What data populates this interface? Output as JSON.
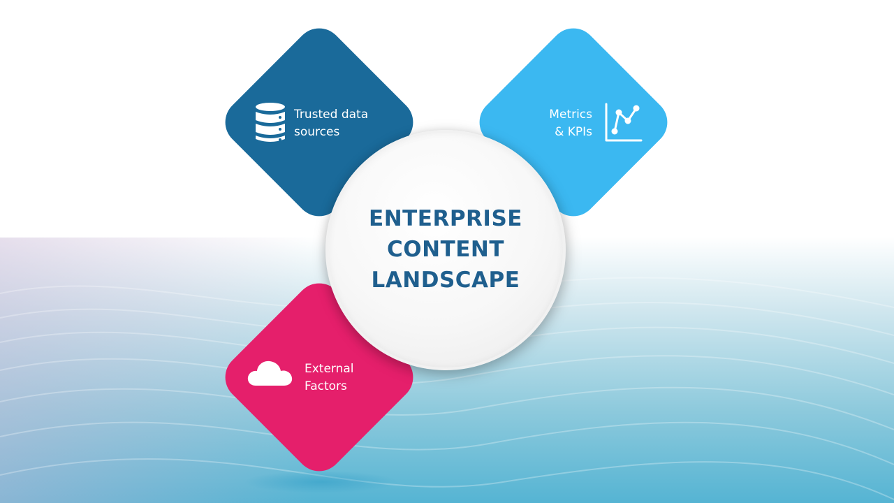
{
  "diagram": {
    "center": {
      "lines": [
        "ENTERPRISE",
        "CONTENT",
        "LANDSCAPE"
      ],
      "color": "#1f5f8e"
    },
    "tiles": {
      "trusted": {
        "line1": "Trusted data",
        "line2": "sources",
        "color": "#1a6a9a",
        "icon": "database-icon"
      },
      "metrics": {
        "line1": "Metrics",
        "line2": "& KPIs",
        "color": "#3bb8f1",
        "icon": "line-chart-icon"
      },
      "external": {
        "line1": "External",
        "line2": "Factors",
        "color": "#e51f6b",
        "icon": "cloud-icon"
      }
    }
  }
}
